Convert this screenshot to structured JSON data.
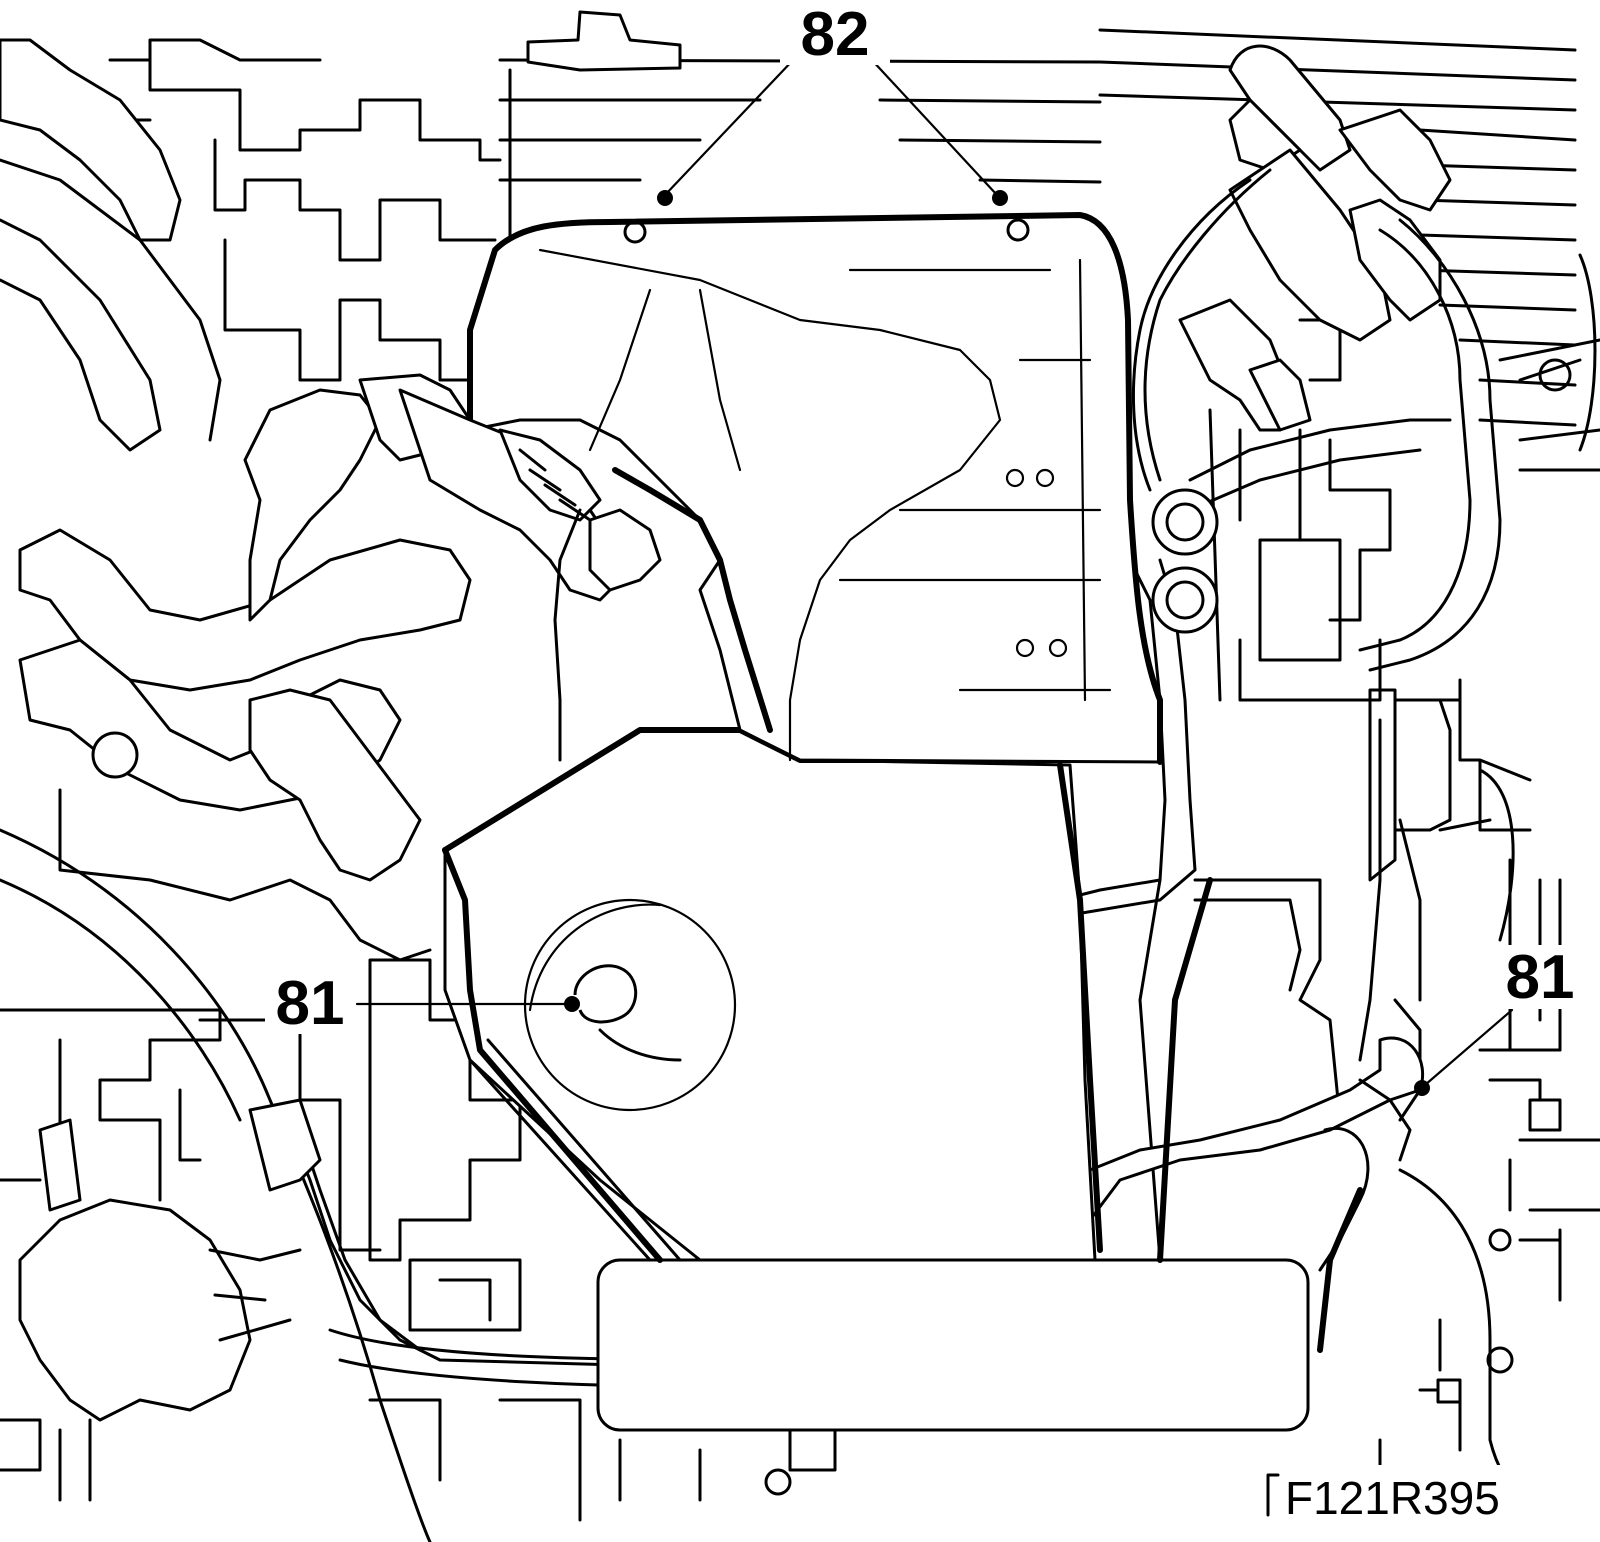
{
  "callouts": {
    "cover_screws": "82",
    "bolt_left": "81",
    "bolt_right": "81"
  },
  "figure_reference": "F121R395"
}
